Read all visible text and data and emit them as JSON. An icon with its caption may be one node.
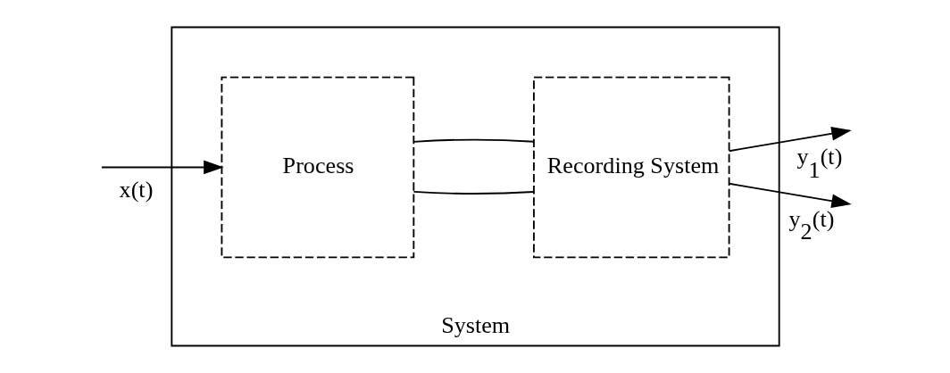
{
  "diagram": {
    "nodes": [
      {
        "text": [
          "System"
        ]
      },
      {
        "text": [
          "Process"
        ],
        "in": 0
      },
      {
        "text": [
          "Recording System"
        ],
        "in": 0
      }
    ],
    "edges": [
      {
        "from": null,
        "to": 1,
        "arrow": "to",
        "label": "x(t)"
      },
      {
        "from": 1,
        "to": 2,
        "arrow": "none"
      },
      {
        "from": 1,
        "to": 2,
        "arrow": "none"
      },
      {
        "from": 2,
        "to": null,
        "arrow": "to",
        "label": "y$_{1}$(t)"
      },
      {
        "from": 2,
        "to": null,
        "arrow": "to",
        "label": "y$_{2}$(t)"
      }
    ]
  }
}
